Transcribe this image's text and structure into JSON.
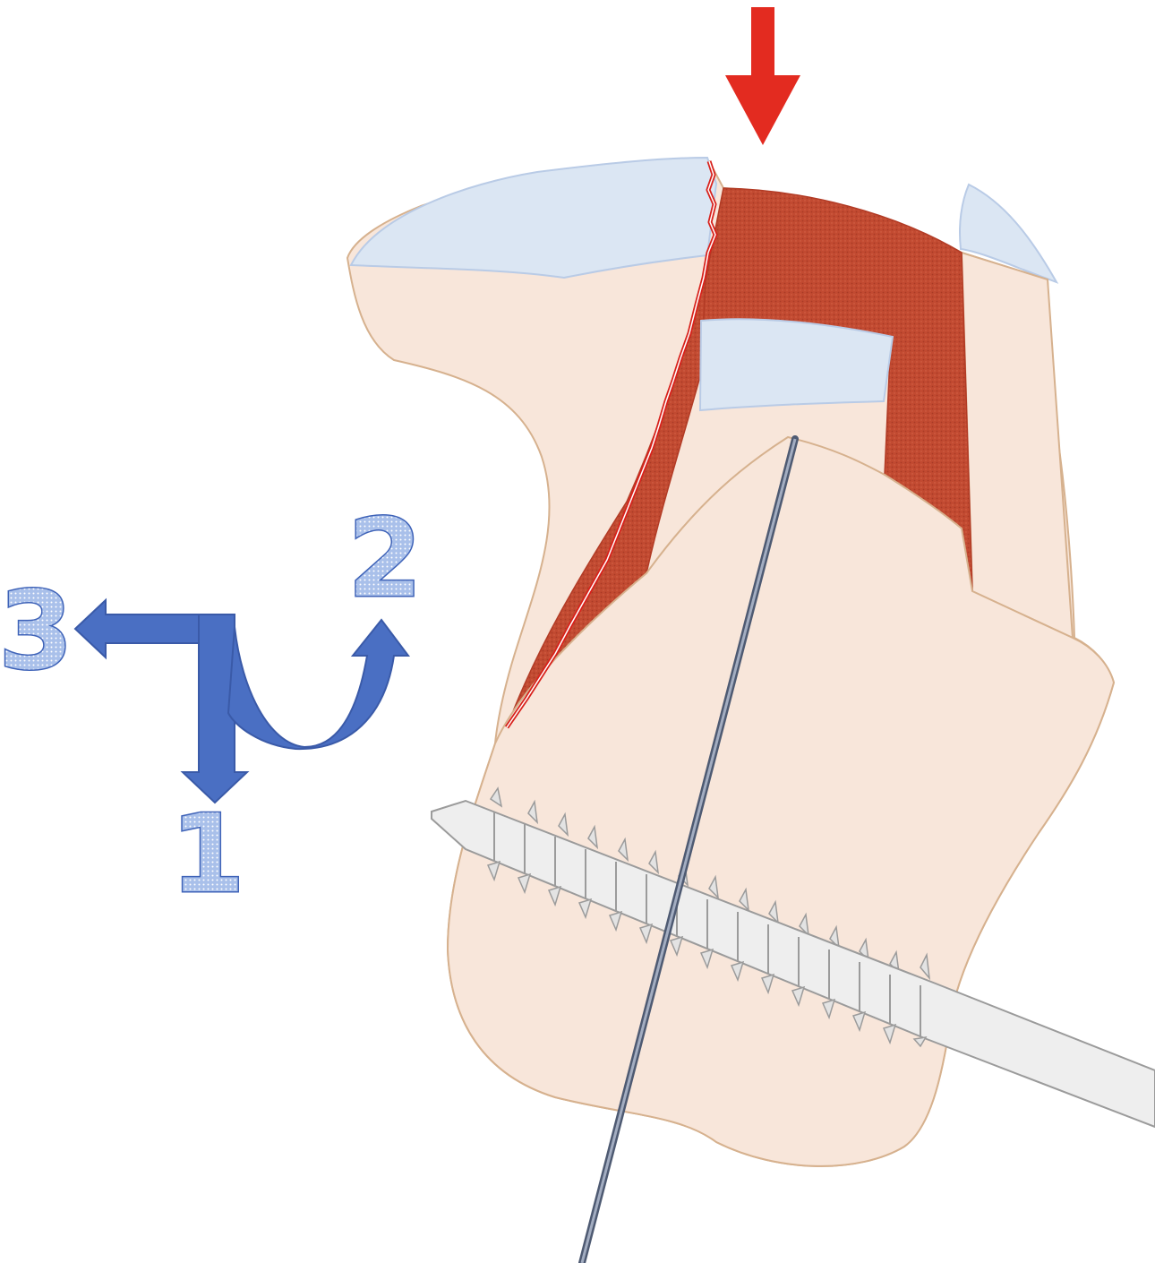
{
  "diagram": {
    "step_labels": [
      "1",
      "2",
      "3"
    ]
  },
  "colors": {
    "bone": "#f8e6da",
    "bone_outline": "#d6b18e",
    "cartilage": "#dbe6f3",
    "cartilage_outline": "#b9cbe6",
    "depressed_fragment": "#c2472f",
    "fracture_line": "#d8211b",
    "force_arrow": "#e32b20",
    "maneuver_arrow": "#4a6fc3",
    "screw": "#eeeeee",
    "screw_outline": "#9b9b9b",
    "k_wire": "#6d7a92"
  }
}
